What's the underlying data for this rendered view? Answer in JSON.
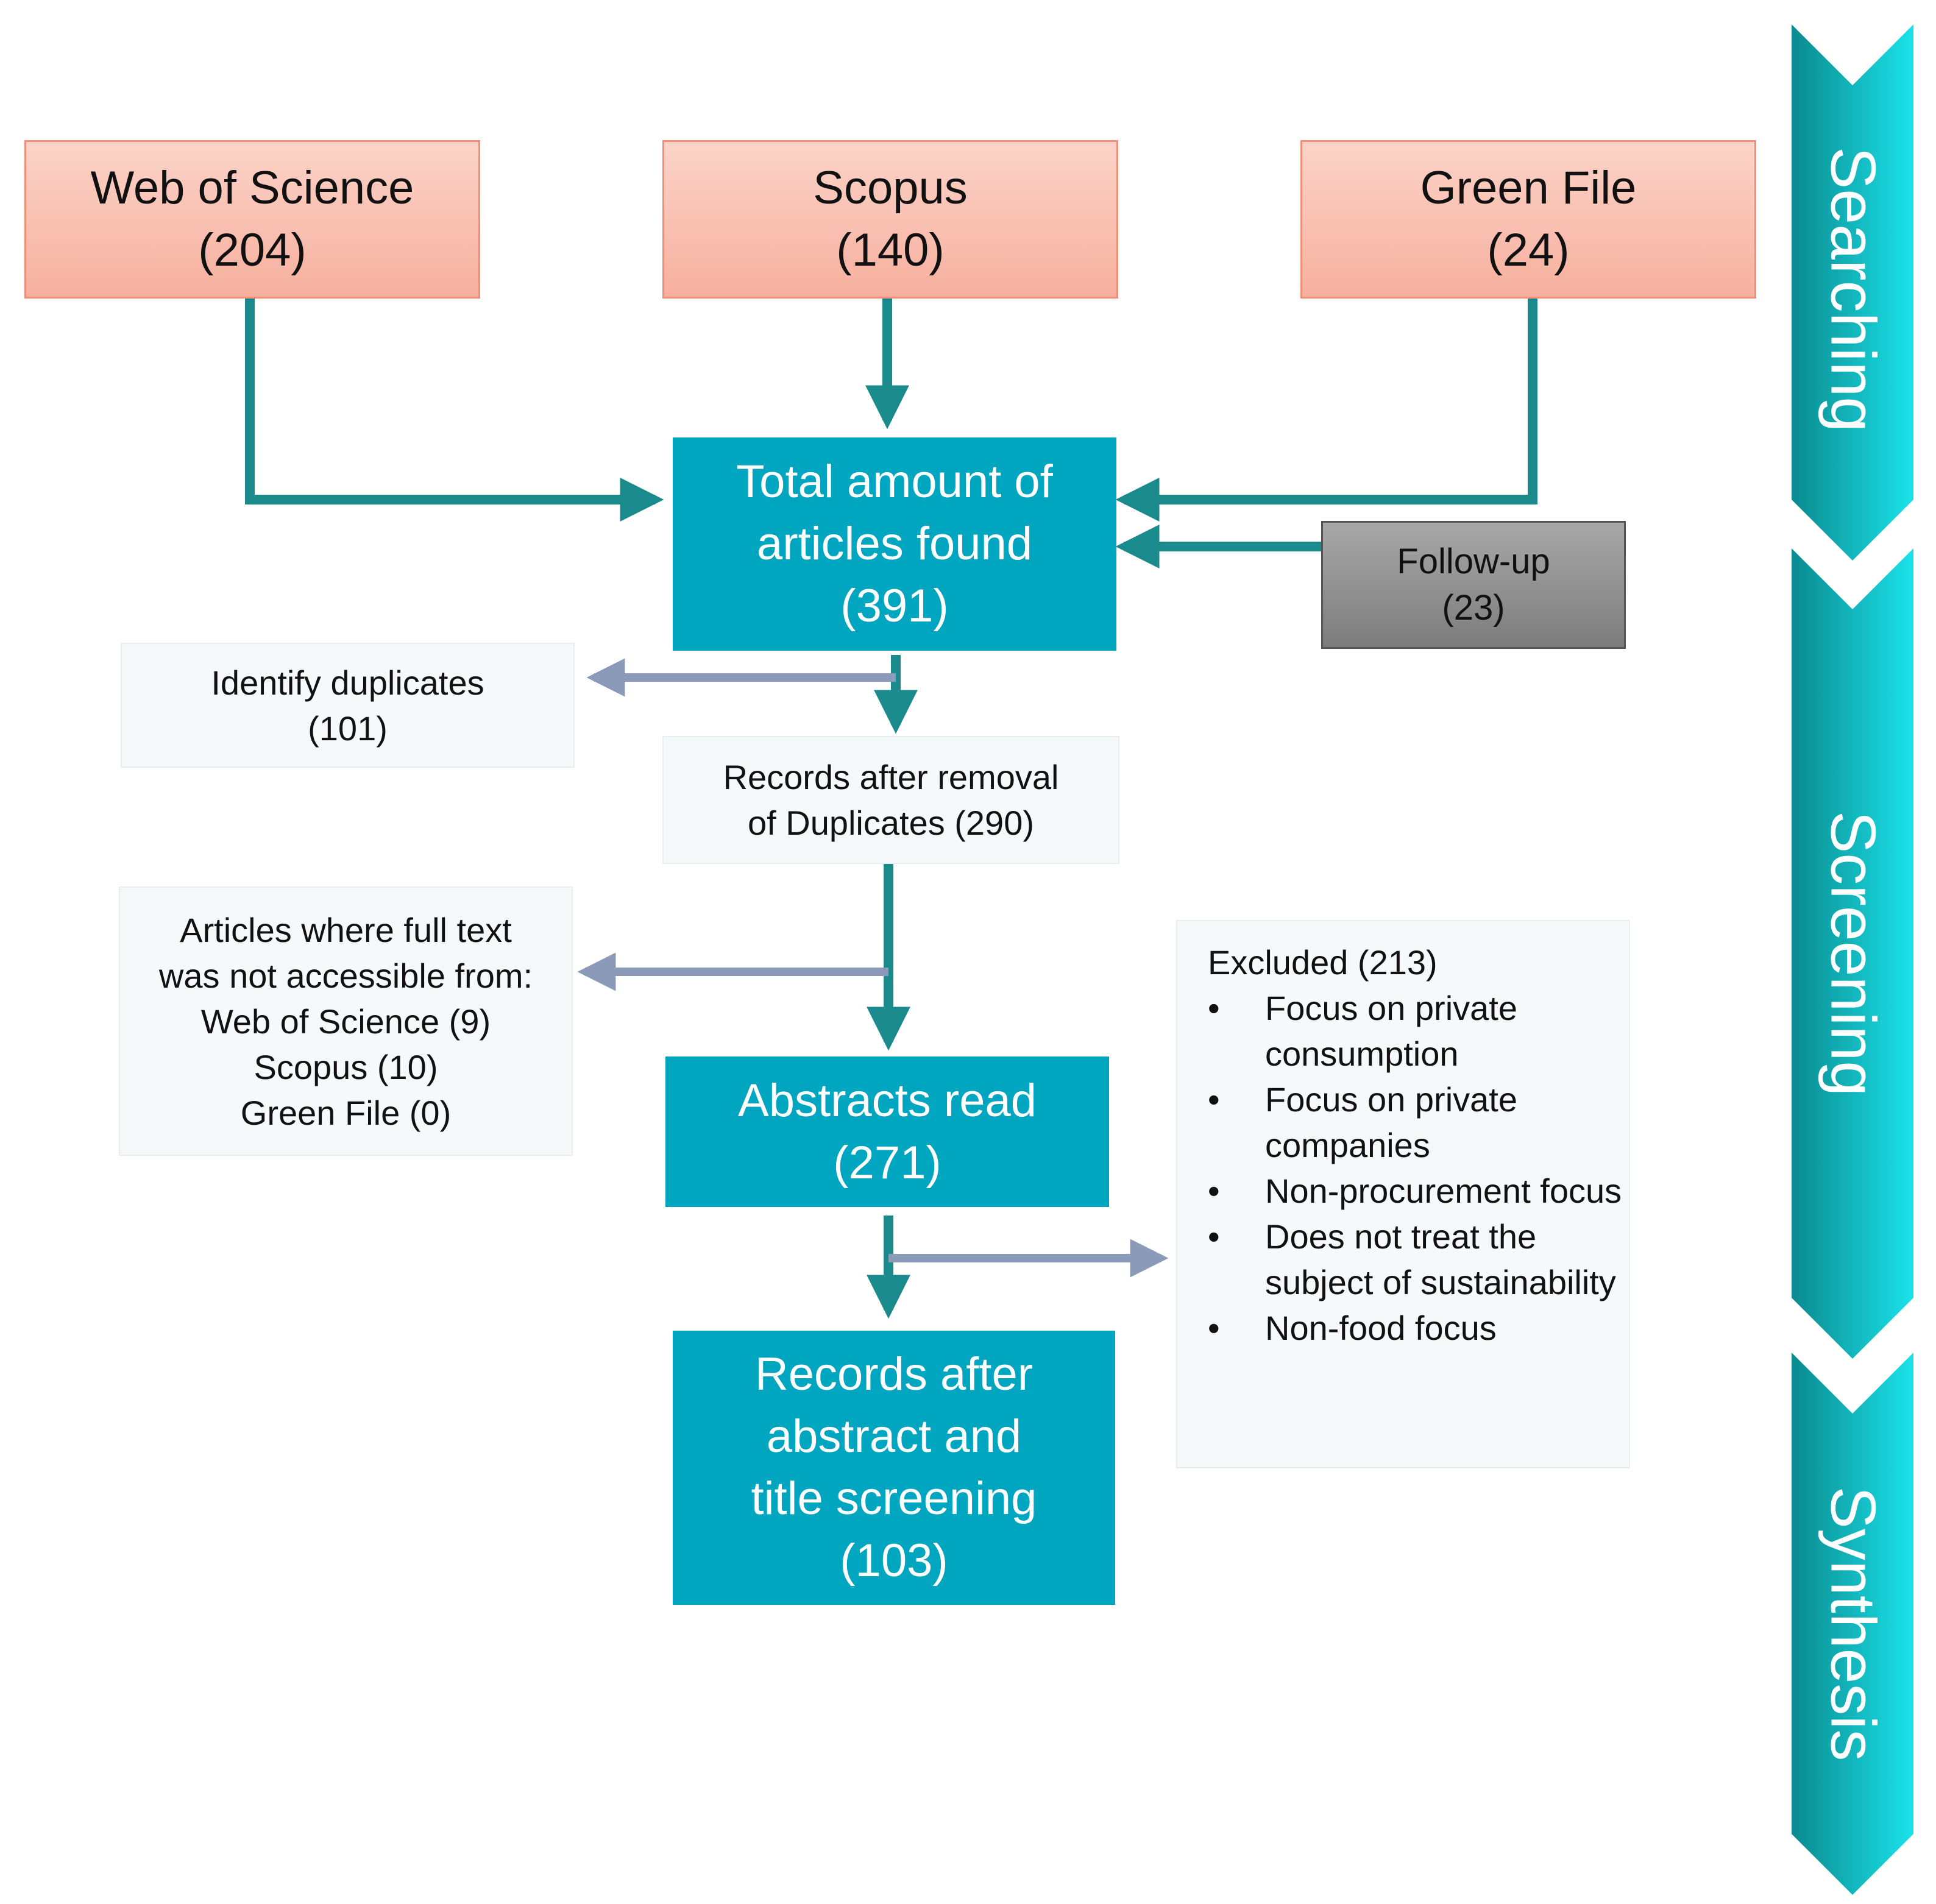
{
  "sources": [
    {
      "name": "Web of Science",
      "count": "(204)"
    },
    {
      "name": "Scopus",
      "count": "(140)"
    },
    {
      "name": "Green File",
      "count": "(24)"
    }
  ],
  "total": {
    "lines": [
      "Total amount of",
      "articles found",
      "(391)"
    ]
  },
  "followup": {
    "label": "Follow-up",
    "count": "(23)"
  },
  "duplicates": {
    "label": "Identify duplicates",
    "count": "(101)"
  },
  "after_dup": {
    "lines": [
      "Records after removal",
      "of Duplicates (290)"
    ]
  },
  "inaccessible": {
    "lines": [
      "Articles where full text",
      "was not accessible from:",
      "Web of Science (9)",
      "Scopus (10)",
      "Green File (0)"
    ]
  },
  "abstracts": {
    "label": "Abstracts read",
    "count": "(271)"
  },
  "final": {
    "lines": [
      "Records after",
      "abstract and",
      "title screening",
      "(103)"
    ]
  },
  "excluded": {
    "title": "Excluded (213)",
    "items": [
      "Focus on private consumption",
      "Focus on private companies",
      "Non-procurement focus",
      "Does not treat the subject of sustainability",
      "Non-food focus"
    ]
  },
  "stages": [
    "Searching",
    "Screening",
    "Synthesis"
  ],
  "colors": {
    "teal": "#00a5bf",
    "arrow_teal": "#1a8a8c",
    "arrow_gray": "#8b9ab8",
    "source_fill": "#f7b09e",
    "chevron_dark": "#0a8a8e",
    "chevron_light": "#1ae2ea"
  }
}
